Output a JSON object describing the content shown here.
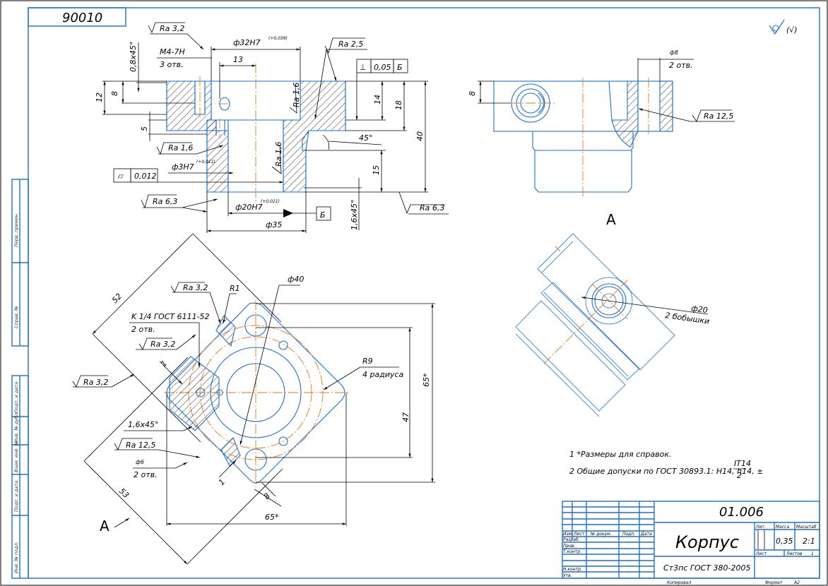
{
  "document": {
    "type": "engineering-drawing",
    "title_number": "90010",
    "general_roughness": "(√)"
  },
  "section_view": {
    "roughness": [
      "Ra 3,2",
      "Ra 2,5",
      "Ra 1,6",
      "Ra 1,6",
      "Ra 1,6",
      "Ra 6,3",
      "Ra 6,3"
    ],
    "thread": {
      "spec": "M4-7H",
      "count": "3 отв."
    },
    "chamfer_top": "0,8x45°",
    "chamfer_bottom": "1,6x45°",
    "angle": "45°",
    "diameters": {
      "bore_top": "ф32H7",
      "bore_top_tol": "(+0,039)",
      "bore_bottom": "ф20H7",
      "bore_bottom_tol": "(+0,021)",
      "pin": "ф3H7",
      "pin_tol": "(+0,011)",
      "outer": "ф35"
    },
    "dims": {
      "d13": "13",
      "d12": "12",
      "d8": "8",
      "d5": "5",
      "d14": "14",
      "d18": "18",
      "d40": "40",
      "d15": "15"
    },
    "perpendicularity": {
      "symbol": "⊥",
      "value": "0,05",
      "datum": "Б"
    },
    "cylindricity": {
      "symbol": "⌭",
      "value": "0,012"
    },
    "datum_label": "Б"
  },
  "view_a": {
    "label": "A",
    "hole": {
      "diameter": "ф8",
      "count": "2 отв."
    },
    "dim_height": "8",
    "roughness": "Ra 12,5"
  },
  "plan_view": {
    "label": "A",
    "roughness": [
      "Ra 3,2",
      "Ra 3,2",
      "Ra 3,2",
      "Ra 12,5"
    ],
    "radius_r1": "R1",
    "radius_r9": "R9",
    "radius_r9_note": "4 радиуса",
    "pipe_thread": "K 1/4 ГОСТ 6111-52",
    "pipe_thread_count": "2 отв.",
    "diameter_40": "ф40",
    "chamfer": "1,6x45°",
    "hole_d6": "ф6",
    "hole_d6_count": "2 отв.",
    "dims": {
      "d65h": "65*",
      "d65v": "65*",
      "d47": "47",
      "d8": "8",
      "d1a": "1",
      "d1b": "1",
      "d52": "52",
      "d53": "53"
    }
  },
  "iso_view": {
    "boss_diameter": "ф20",
    "boss_count": "2 бобышки"
  },
  "notes": [
    "1  *Размеры для справок.",
    "2  Общие допуски по ГОСТ 30893.1: H14, h14, ±"
  ],
  "notes_fraction": {
    "numerator": "IT14",
    "denominator": "2"
  },
  "title_block": {
    "designation": "01.006",
    "part_name": "Корпус",
    "material": "Ст3пс ГОСТ 380-2005",
    "headers": {
      "lit": "Лит.",
      "mass": "Масса",
      "scale": "Масштаб"
    },
    "mass": "0,35",
    "scale": "2:1",
    "sheet_label": "Лист",
    "sheets_label": "Листов",
    "sheets_count": "1",
    "columns": [
      "Изм.",
      "Лист",
      "№ докум.",
      "Подп.",
      "Дата"
    ],
    "roles": [
      "Разраб.",
      "Пров.",
      "Т.контр.",
      "",
      "Н.контр.",
      "Утв."
    ],
    "copied": "Копировал",
    "format_label": "Формат",
    "format": "A2"
  },
  "side_strip": {
    "upper": [
      "Перв. примен.",
      "Справ. №"
    ],
    "lower": [
      "Подп. и дата",
      "Инв. № дубл.",
      "Взам. инв. №",
      "Подп. и дата",
      "Инв. № подл."
    ]
  },
  "colors": {
    "geometry": "#1e6fd0",
    "axis": "#e07a1a",
    "dimension": "#000000"
  }
}
